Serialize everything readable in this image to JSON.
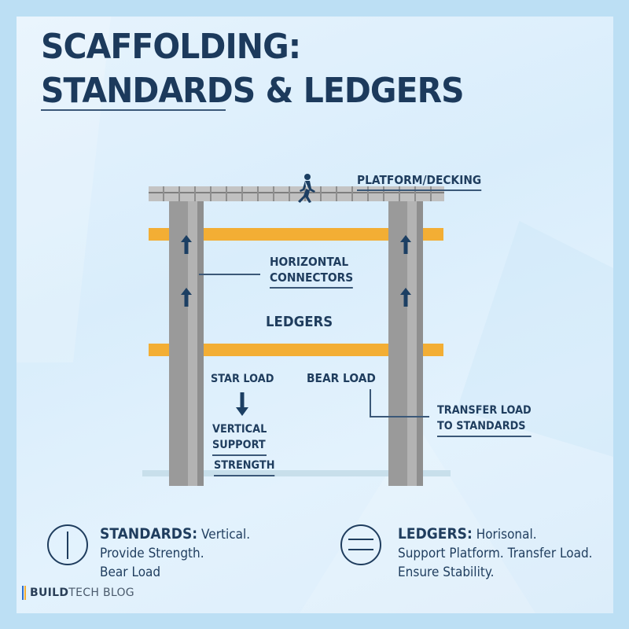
{
  "title": {
    "line1": "SCAFFOLDING:",
    "line2": "STANDARDS & LEDGERS"
  },
  "diagram": {
    "labels": {
      "platform": "PLATFORM/DECKING",
      "horizontal_connectors_1": "HORIZONTAL",
      "horizontal_connectors_2": "CONNECTORS",
      "ledgers": "LEDGERS",
      "star_load": "STAR LOAD",
      "bear_load": "BEAR LOAD",
      "vertical_support_1": "VERTICAL",
      "vertical_support_2": "SUPPORT",
      "strength": "STRENGTH",
      "transfer_load_1": "TRANSFER LOAD",
      "transfer_load_2": "TO STANDARDS"
    },
    "icons": {
      "worker": "walking-person-icon",
      "up_arrows": "arrow-up-icon",
      "down_arrow": "arrow-down-icon"
    },
    "colors": {
      "ledger": "#f3ae34",
      "standard": "#9a9a9a",
      "deck": "#c0c0c0",
      "text": "#1f3d5e",
      "background": "#bcdff4"
    }
  },
  "legend": {
    "standards": {
      "icon": "circle-vertical-line-icon",
      "term": "STANDARDS:",
      "line1": "Vertical.",
      "line2": "Provide Strength.",
      "line3": "Bear Load"
    },
    "ledgers": {
      "icon": "circle-equals-icon",
      "term": "LEDGERS:",
      "line1": "Horisonal.",
      "line2": "Support Platform. Transfer Load.",
      "line3": "Ensure Stability."
    }
  },
  "brand": {
    "bold": "BUILD",
    "light": "TECH BLOG",
    "bar_colors": [
      "#2f6fd0",
      "#f3ae34"
    ]
  }
}
